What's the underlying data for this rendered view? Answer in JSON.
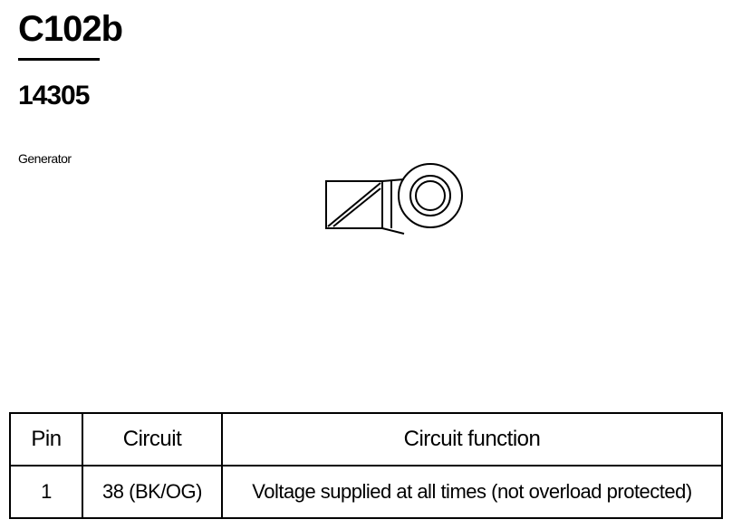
{
  "connector": {
    "id": "C102b",
    "part_number": "14305",
    "component": "Generator"
  },
  "pin_table": {
    "headers": [
      "Pin",
      "Circuit",
      "Circuit function"
    ],
    "rows": [
      [
        "1",
        "38 (BK/OG)",
        "Voltage supplied at all times (not overload protected)"
      ]
    ]
  }
}
